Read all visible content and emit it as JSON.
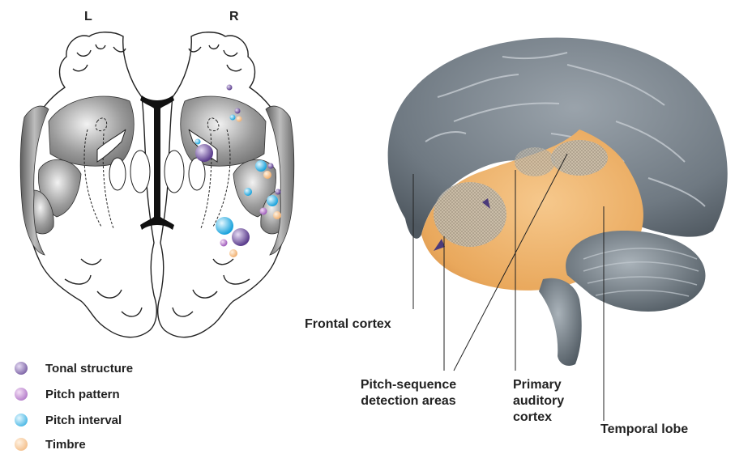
{
  "axial": {
    "left_label": "L",
    "right_label": "R"
  },
  "legend": [
    {
      "label": "Tonal structure",
      "color": "#6a4c9c"
    },
    {
      "label": "Pitch pattern",
      "color": "#b070c8"
    },
    {
      "label": "Pitch interval",
      "color": "#29b6e8"
    },
    {
      "label": "Timbre",
      "color": "#f6c28e"
    }
  ],
  "lateral": {
    "labels": {
      "frontal": "Frontal cortex",
      "pitch_seq_1": "Pitch-sequence",
      "pitch_seq_2": "detection areas",
      "primary_1": "Primary",
      "primary_2": "auditory",
      "primary_3": "cortex",
      "temporal": "Temporal lobe"
    }
  },
  "colors": {
    "cortex_gray": "#7d8790",
    "temporal_orange": "#f2b46a",
    "hatch": "#b9b4a8"
  }
}
